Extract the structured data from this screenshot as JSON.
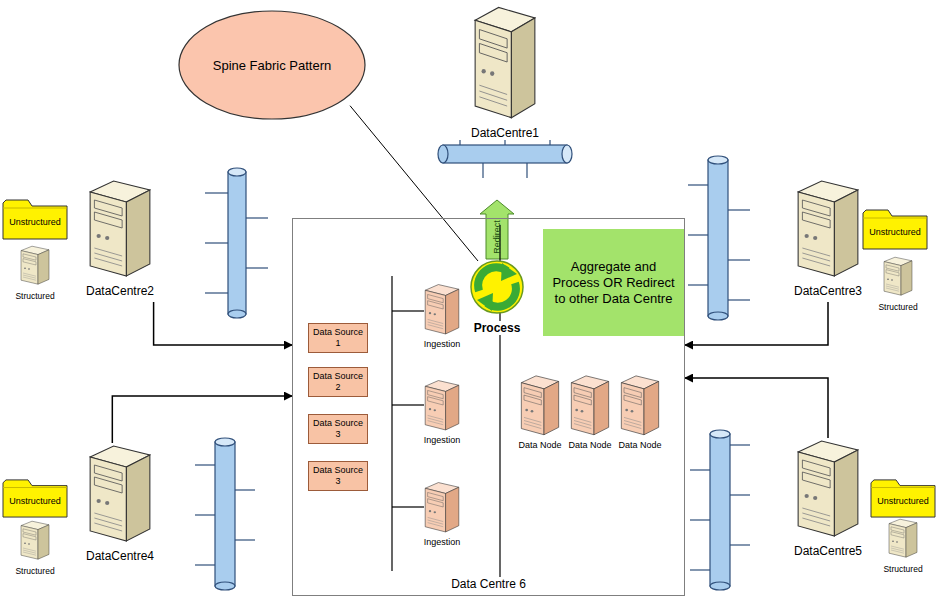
{
  "diagram": {
    "nodes": [
      {
        "text": [
          "Spine Fabric Pattern"
        ]
      },
      {
        "text": [
          "DataCentre1"
        ]
      },
      {
        "text": [
          "Unstructured"
        ]
      },
      {
        "text": [
          "Structured"
        ]
      },
      {
        "text": [
          "DataCentre2"
        ]
      },
      {
        "text": [
          "Unstructured"
        ]
      },
      {
        "text": [
          "DataCentre3"
        ]
      },
      {
        "text": [
          "Structured"
        ]
      },
      {
        "text": [
          "Data Centre 6"
        ]
      },
      {
        "text": [
          "Data Source 1"
        ],
        "in": 8
      },
      {
        "text": [
          "Ingestion"
        ],
        "in": 8
      },
      {
        "text": [
          "Process"
        ],
        "in": 8
      },
      {
        "text": [
          "Aggregate and Process OR Redirect to other Data Centre"
        ],
        "in": 8
      },
      {
        "text": [
          "Data Source 2"
        ],
        "in": 8
      },
      {
        "text": [
          "Data Source 3"
        ],
        "in": 8
      },
      {
        "text": [
          "Ingestion"
        ],
        "in": 8
      },
      {
        "text": [
          "Data Node"
        ],
        "in": 8
      },
      {
        "text": [
          "Data Node"
        ],
        "in": 8
      },
      {
        "text": [
          "Data Node"
        ],
        "in": 8
      },
      {
        "text": [
          "Data Source 3"
        ],
        "in": 8
      },
      {
        "text": [
          "Ingestion"
        ],
        "in": 8
      },
      {
        "text": [
          "Unstructured"
        ]
      },
      {
        "text": [
          "Structured"
        ]
      },
      {
        "text": [
          "DataCentre4"
        ]
      },
      {
        "text": [
          "DataCentre5"
        ]
      },
      {
        "text": [
          "Unstructured"
        ]
      },
      {
        "text": [
          "Structured"
        ]
      }
    ],
    "edges": [
      {
        "from": 0,
        "to": 11,
        "arrow": "none"
      },
      {
        "from": 4,
        "to": 8,
        "arrow": "to"
      },
      {
        "from": 6,
        "to": 8,
        "arrow": "to"
      },
      {
        "from": 23,
        "to": 8,
        "arrow": "to"
      },
      {
        "from": 24,
        "to": 8,
        "arrow": "to"
      },
      {
        "from": 11,
        "to": 1,
        "label": "Redirect",
        "arrow": "to"
      }
    ]
  }
}
